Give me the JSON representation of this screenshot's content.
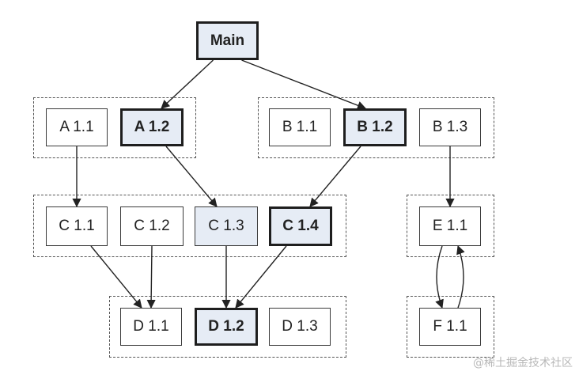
{
  "nodes": {
    "main": "Main",
    "a11": "A 1.1",
    "a12": "A 1.2",
    "b11": "B 1.1",
    "b12": "B 1.2",
    "b13": "B 1.3",
    "c11": "C 1.1",
    "c12": "C 1.2",
    "c13": "C 1.3",
    "c14": "C 1.4",
    "e11": "E 1.1",
    "d11": "D 1.1",
    "d12": "D 1.2",
    "d13": "D 1.3",
    "f11": "F 1.1"
  },
  "edges": [
    [
      "main",
      "a12"
    ],
    [
      "main",
      "b12"
    ],
    [
      "a11",
      "c11"
    ],
    [
      "a12",
      "c13"
    ],
    [
      "b12",
      "c14"
    ],
    [
      "b13",
      "e11"
    ],
    [
      "c11",
      "d11"
    ],
    [
      "c12",
      "d11"
    ],
    [
      "c13",
      "d12"
    ],
    [
      "c14",
      "d12"
    ],
    [
      "e11",
      "f11"
    ],
    [
      "f11",
      "e11"
    ]
  ],
  "watermark": "@稀土掘金技术社区",
  "colors": {
    "highlight_fill": "#e6ecf5",
    "border": "#3a3a3a",
    "group_border": "#555555"
  }
}
